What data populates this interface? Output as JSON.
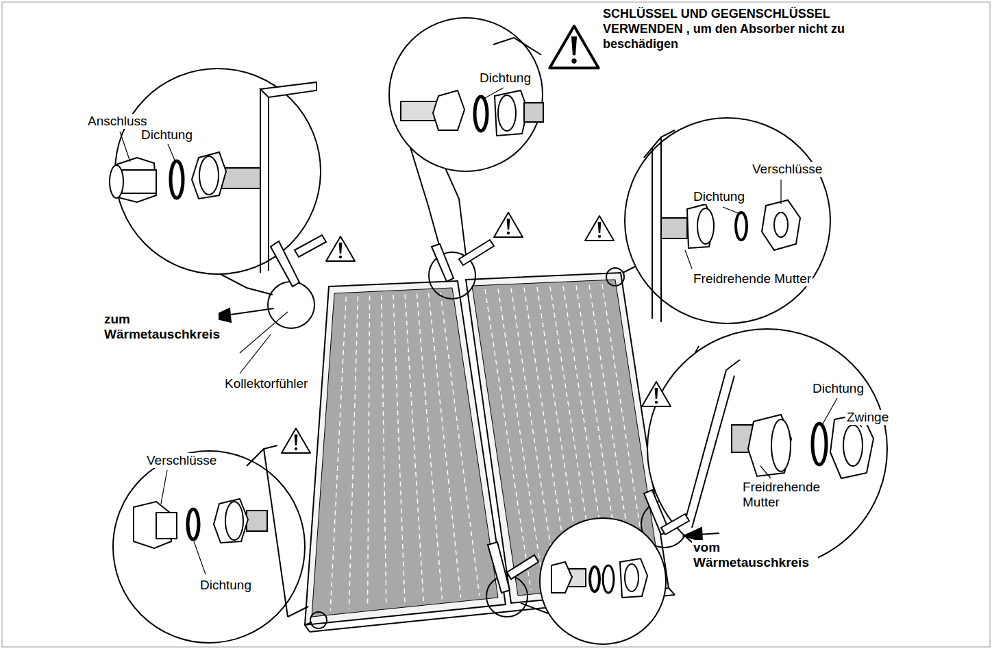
{
  "diagram": {
    "labels": [
      "Anschluss",
      "Dichtung",
      "Dichtung",
      "SCHLÜSSEL UND GEGENSCHLÜSSEL VERWENDEN , um den Absorber nicht zu beschädigen",
      "Verschlüsse",
      "Dichtung",
      "Freidrehende Mutter",
      "zum Wärmetauschkreis",
      "Kollektorfühler",
      "Dichtung",
      "Zwinge",
      "Freidrehende Mutter",
      "vom Wärmetauschkreis",
      "Verschlüsse",
      "Dichtung"
    ]
  }
}
